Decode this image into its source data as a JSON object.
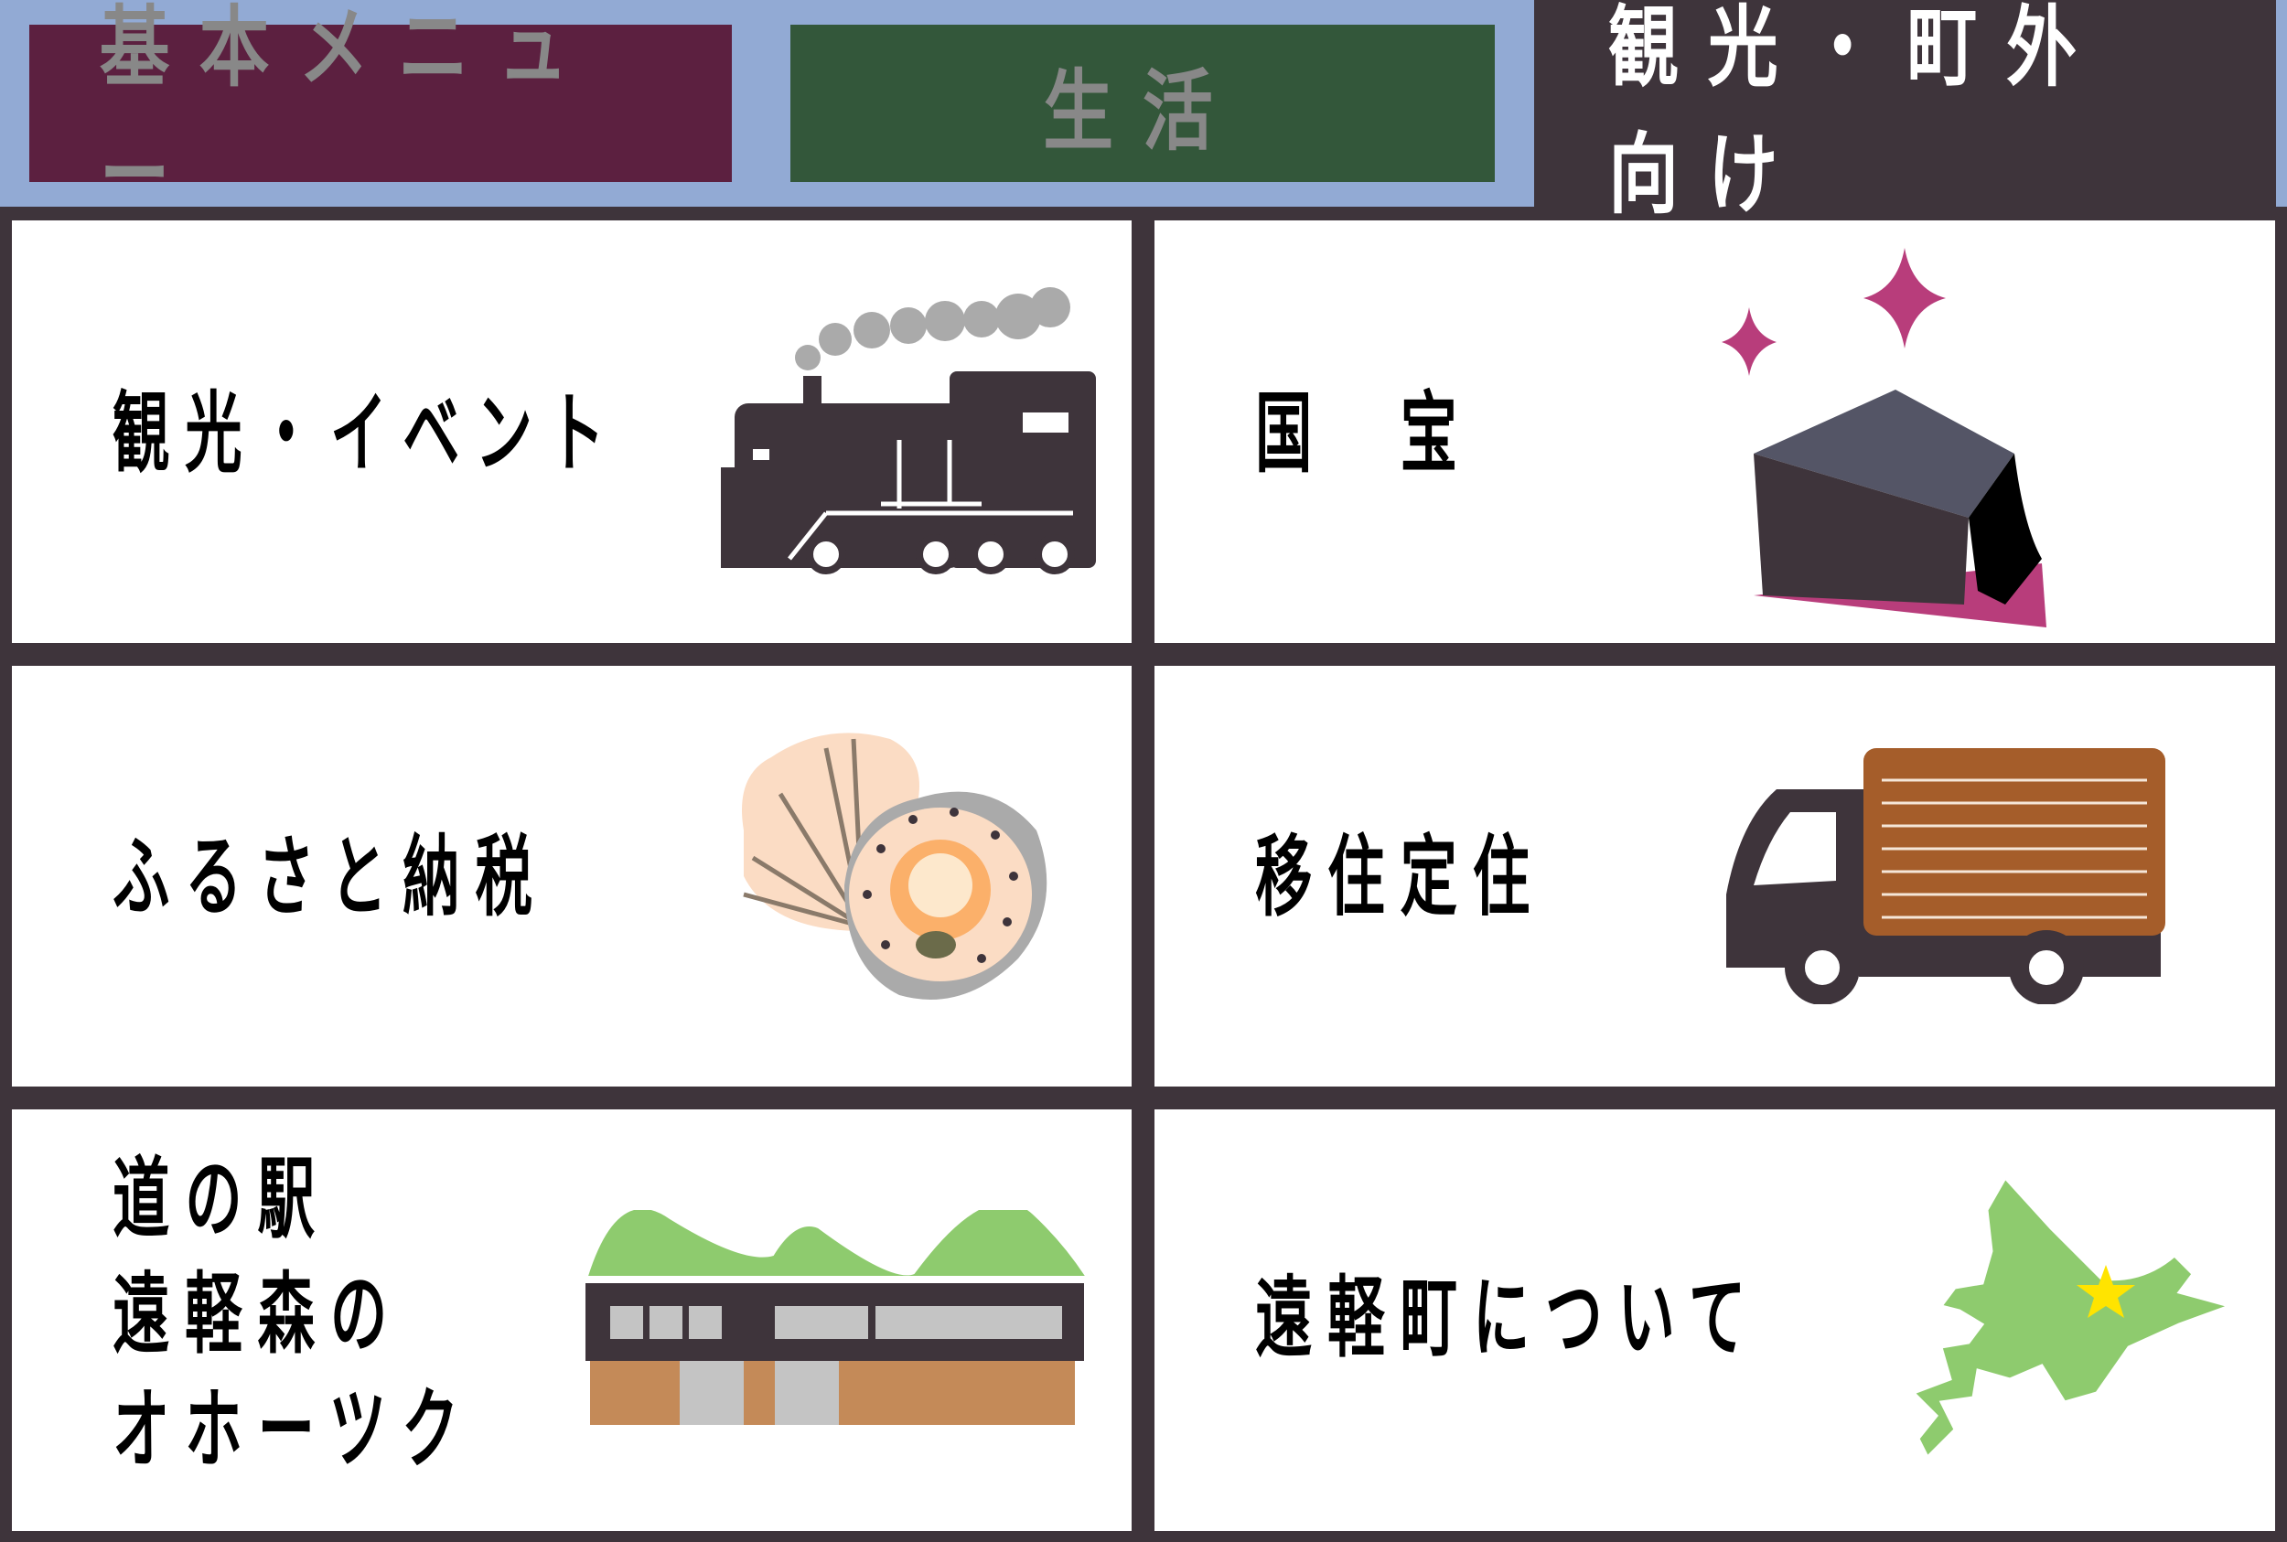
{
  "tabs": [
    {
      "label": "基本メニュー",
      "color": "#5c2040",
      "active": false
    },
    {
      "label": "生活",
      "color": "#33573a",
      "active": false
    },
    {
      "label": "観光・町外向け",
      "color": "#3e343b",
      "active": true
    }
  ],
  "menu": [
    {
      "label": "観光・イベント",
      "icon": "steam-locomotive-icon"
    },
    {
      "label": "国　宝",
      "icon": "obsidian-gem-icon"
    },
    {
      "label": "ふるさと納税",
      "icon": "scallop-icon"
    },
    {
      "label": "移住定住",
      "icon": "moving-truck-icon"
    },
    {
      "label": "道の駅\n遠軽森の\nオホーツク",
      "icon": "roadside-station-icon"
    },
    {
      "label": "遠軽町について",
      "icon": "hokkaido-map-icon"
    }
  ]
}
